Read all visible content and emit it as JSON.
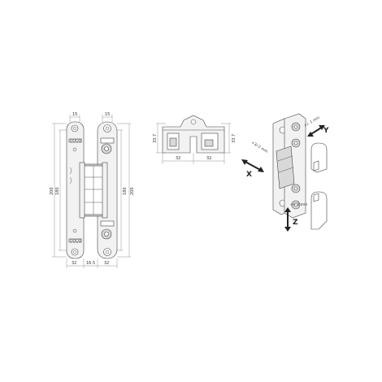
{
  "front_view": {
    "top_width": "15",
    "top_width_right": "15",
    "height_left_outer": "200",
    "height_left_inner": "180",
    "height_right_inner": "180",
    "height_right_outer": "200",
    "bottom_left": "32",
    "bottom_gap": "16.5",
    "bottom_right": "32",
    "logo_top": "OOOO",
    "logo_bottom": "OOOO"
  },
  "top_view": {
    "height_left": "33.7",
    "height_right": "33.7",
    "width_left": "32",
    "width_right": "32"
  },
  "adjustment": {
    "y_label": "Y",
    "y_value": "+/- 1 mm",
    "x_label": "X",
    "x_value": "+3/-2 mm",
    "z_label": "Z",
    "z_value": "+/- 3 mm"
  }
}
